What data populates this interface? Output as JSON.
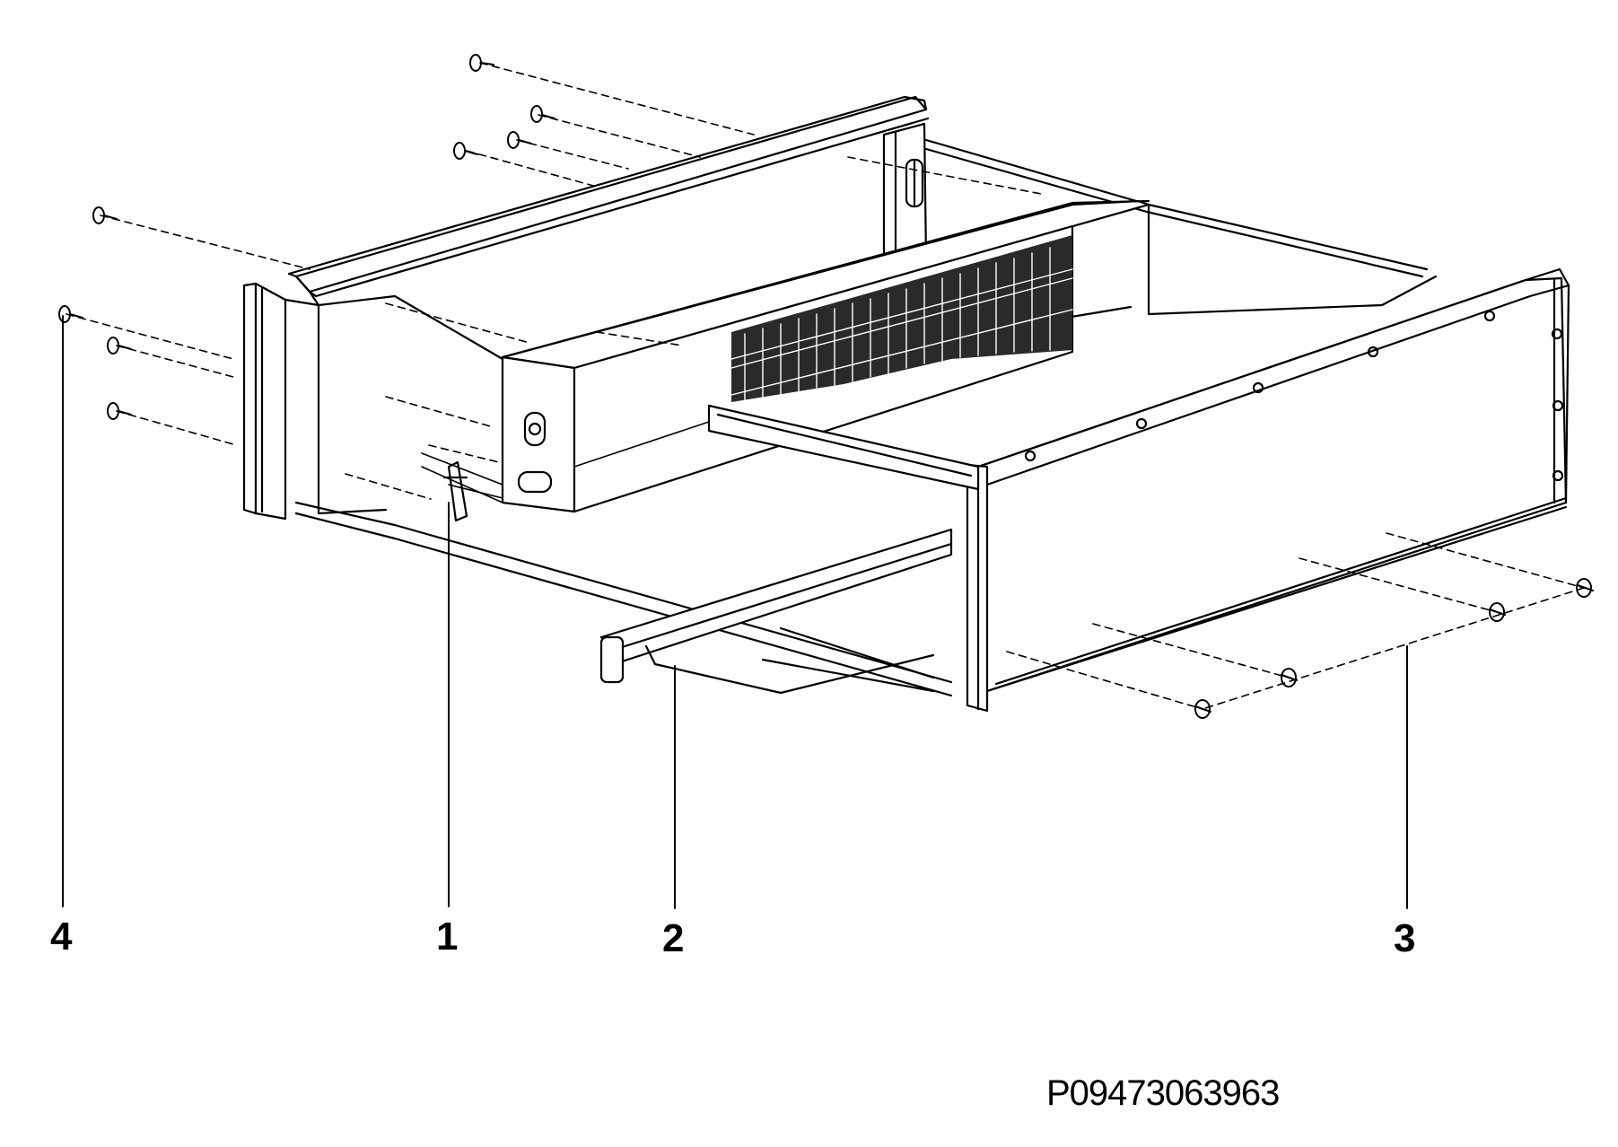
{
  "diagram": {
    "callouts": [
      {
        "label": "4"
      },
      {
        "label": "1"
      },
      {
        "label": "2"
      },
      {
        "label": "3"
      }
    ],
    "reference_code": "P09473063963"
  },
  "colors": {
    "line": "#000000",
    "background": "#ffffff",
    "vent": "#1a1a1a"
  }
}
